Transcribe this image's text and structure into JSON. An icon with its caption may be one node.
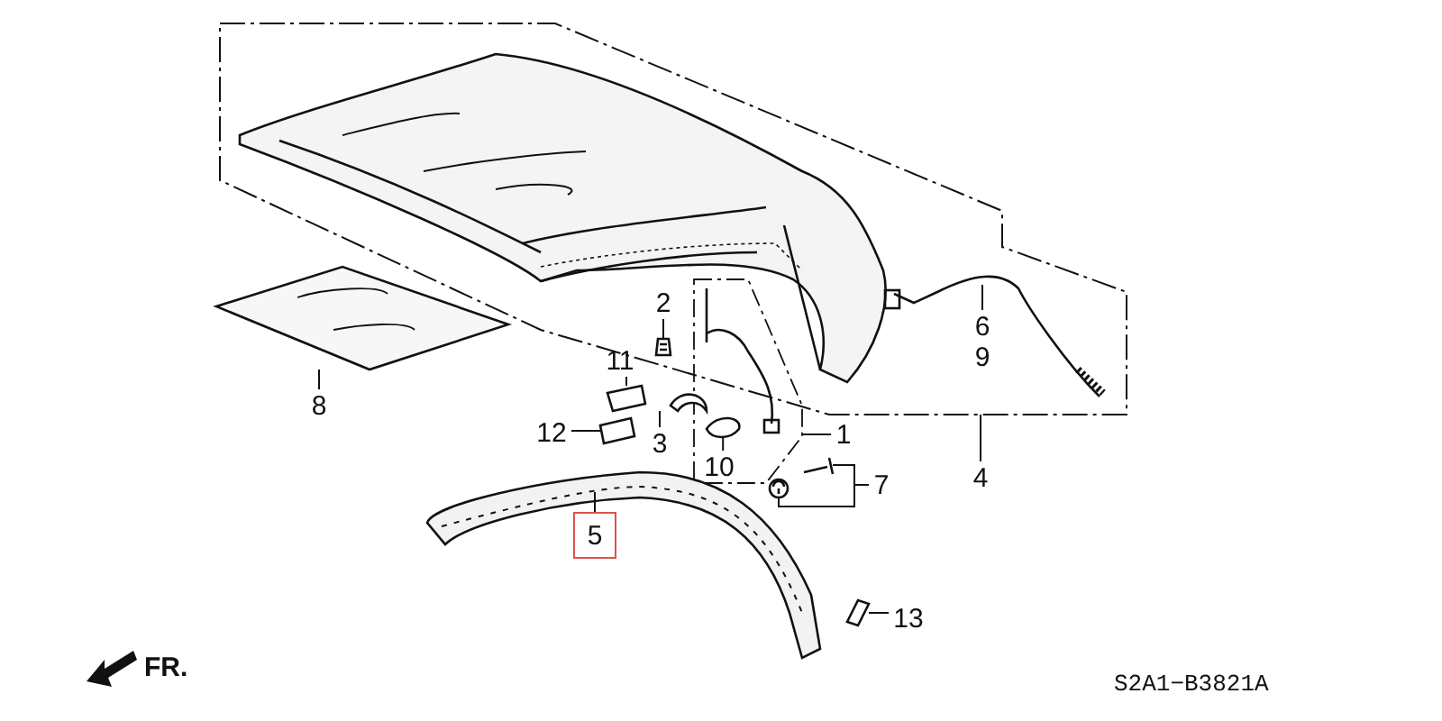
{
  "diagram": {
    "nodes": [
      {
        "text": [
          "2"
        ]
      },
      {
        "text": [
          "11"
        ]
      },
      {
        "text": [
          "12"
        ]
      },
      {
        "text": [
          "3"
        ]
      },
      {
        "text": [
          "10"
        ]
      },
      {
        "text": [
          "1"
        ]
      },
      {
        "text": [
          "6",
          "9"
        ]
      },
      {
        "text": [
          "7"
        ]
      },
      {
        "text": [
          "4"
        ]
      },
      {
        "text": [
          "8"
        ]
      },
      {
        "text": [
          "5"
        ]
      },
      {
        "text": [
          "13"
        ]
      },
      {
        "text": [],
        "shape": "picture"
      },
      {
        "text": [],
        "shape": "picture"
      },
      {
        "text": [],
        "shape": "picture"
      },
      {
        "text": [],
        "shape": "picture"
      },
      {
        "text": [],
        "shape": "picture"
      },
      {
        "text": [],
        "shape": "picture"
      },
      {
        "text": [],
        "shape": "picture"
      },
      {
        "text": [],
        "shape": "picture"
      }
    ],
    "edges": [
      {
        "from": 0,
        "to": 12,
        "arrow": "none"
      },
      {
        "from": 1,
        "to": 13,
        "arrow": "none"
      },
      {
        "from": 2,
        "to": 14,
        "arrow": "none"
      },
      {
        "from": 3,
        "to": 15,
        "arrow": "none"
      },
      {
        "from": 4,
        "to": 16,
        "arrow": "none"
      },
      {
        "from": 5,
        "to": null,
        "arrow": "none"
      },
      {
        "from": 6,
        "to": null,
        "arrow": "none"
      },
      {
        "from": 7,
        "to": 17,
        "arrow": "none"
      },
      {
        "from": 7,
        "to": 18,
        "arrow": "none"
      },
      {
        "from": 8,
        "to": null,
        "arrow": "none"
      },
      {
        "from": 9,
        "to": null,
        "arrow": "none"
      },
      {
        "from": 10,
        "to": null,
        "arrow": "none"
      },
      {
        "from": 11,
        "to": 19,
        "arrow": "none"
      }
    ],
    "labels": [
      "FR.",
      "S2A1−B3821A"
    ]
  }
}
